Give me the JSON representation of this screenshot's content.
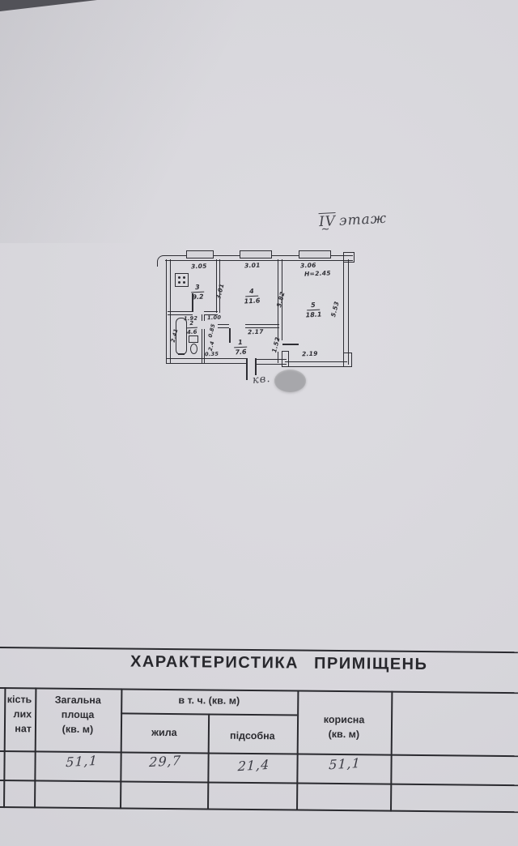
{
  "colors": {
    "paper": "#d6d5da",
    "ink": "#2e2e34",
    "redaction": "#a7a7ab"
  },
  "plan": {
    "floor_roman": "ІV",
    "floor_tilde": "~",
    "floor_word": "этаж",
    "apartment_label": "кв.",
    "dims": {
      "kitchen_top": "3.05",
      "room4_top": "3.01",
      "room5_top": "3.06",
      "room5_height": "Н=2.45",
      "kitchen_side": "3.01",
      "room4_side": "3.82",
      "room5_side": "5.53",
      "bath_top": "1.92",
      "bath_door": "1.00",
      "bath_side": "2.41",
      "hall_niche_a": "0.85",
      "hall_niche_b": "2.4",
      "hall_top": "2.17",
      "hall_room5_side": "1.52",
      "bottom_offset": "0.35",
      "room5_bottom": "2.19"
    },
    "rooms": {
      "kitchen": {
        "number": "3",
        "area": "9.2"
      },
      "room4": {
        "number": "4",
        "area": "11.6"
      },
      "room5": {
        "number": "5",
        "area": "18.1"
      },
      "bath": {
        "number": "2",
        "area": "4.6"
      },
      "hall": {
        "number": "1",
        "area": "7.6"
      }
    }
  },
  "table": {
    "title": "ХАРАКТЕРИСТИКА ПРИМІЩЕНЬ",
    "header": {
      "rooms_count_fragments": [
        "кість",
        "лих",
        "нат"
      ],
      "total_area_lines": [
        "Загальна",
        "площа",
        "(кв. м)"
      ],
      "including": "в т. ч. (кв. м)",
      "living": "жила",
      "utility": "підсобна",
      "useful_lines": [
        "корисна",
        "(кв. м)"
      ]
    },
    "values": {
      "total_area": "51,1",
      "living": "29,7",
      "utility": "21,4",
      "useful": "51,1"
    }
  }
}
